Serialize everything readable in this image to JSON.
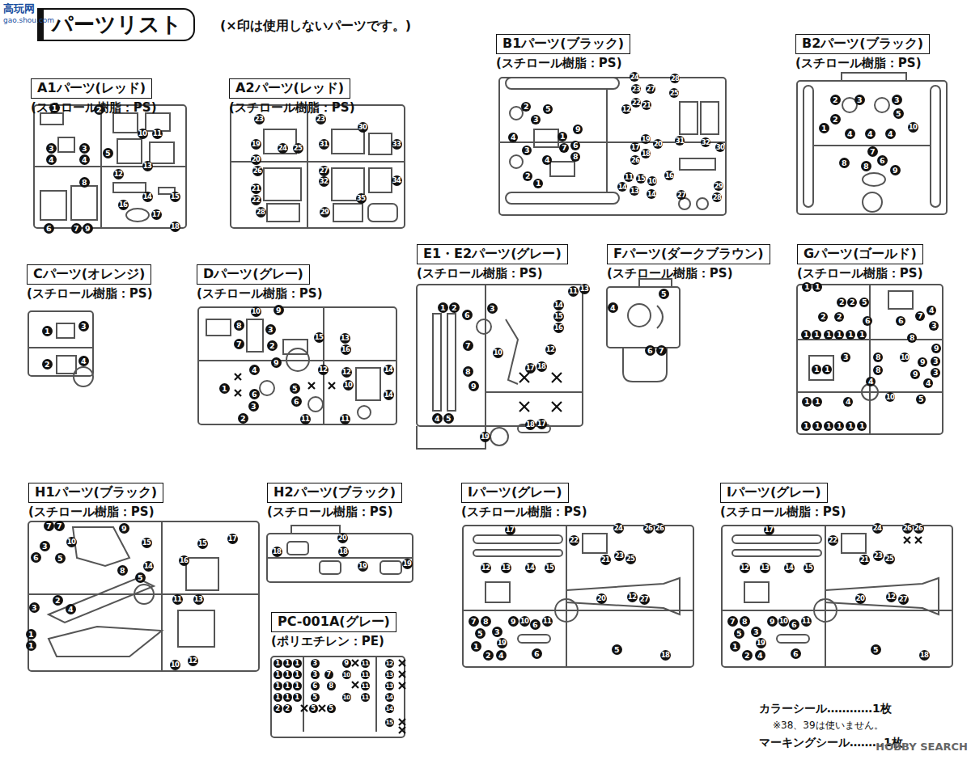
{
  "diagram": {
    "title": "パーツリスト",
    "nodes": [
      {
        "text": [
          "A1パーツ(レッド)",
          "(スチロール樹脂：PS)"
        ]
      },
      {
        "text": [
          "A2パーツ(レッド)",
          "(スチロール樹脂：PS)"
        ]
      },
      {
        "text": [
          "B1パーツ(ブラック)",
          "(スチロール樹脂：PS)"
        ]
      },
      {
        "text": [
          "B2パーツ(ブラック)",
          "(スチロール樹脂：PS)"
        ]
      },
      {
        "text": [
          "Cパーツ(オレンジ)",
          "(スチロール樹脂：PS)"
        ]
      },
      {
        "text": [
          "Dパーツ(グレー)",
          "(スチロール樹脂：PS)"
        ]
      },
      {
        "text": [
          "E1・E2パーツ(グレー)",
          "(スチロール樹脂：PS)"
        ]
      },
      {
        "text": [
          "Fパーツ(ダークブラウン)",
          "(スチロール樹脂：PS)"
        ]
      },
      {
        "text": [
          "Gパーツ(ゴールド)",
          "(スチロール樹脂：PS)"
        ]
      },
      {
        "text": [
          "H1パーツ(ブラック)",
          "(スチロール樹脂：PS)"
        ]
      },
      {
        "text": [
          "H2パーツ(ブラック)",
          "(スチロール樹脂：PS)"
        ]
      },
      {
        "text": [
          "PC-001A(グレー)",
          "(ポリエチレン：PE)"
        ]
      },
      {
        "text": [
          "Iパーツ(グレー)",
          "(スチロール樹脂：PS)"
        ]
      },
      {
        "text": [
          "Iパーツ(グレー)",
          "(スチロール樹脂：PS)"
        ]
      }
    ],
    "labels": [
      "(×印は使用しないパーツです。)",
      "カラーシール…………1枚",
      "※38、39は使いません。",
      "マーキングシール………1枚",
      "高玩网",
      "gao.shou.com",
      "HOBBY SEARCH",
      "1",
      "2",
      "3",
      "3",
      "4",
      "4",
      "5",
      "10",
      "11",
      "12",
      "13",
      "8",
      "14",
      "15",
      "16",
      "17",
      "18",
      "6",
      "7",
      "9",
      "23",
      "23",
      "30",
      "19",
      "24",
      "25",
      "31",
      "33",
      "20",
      "26",
      "27",
      "32",
      "34",
      "21",
      "22",
      "28",
      "29",
      "35",
      "24",
      "28",
      "23",
      "27",
      "25",
      "22",
      "21",
      "12",
      "2",
      "5",
      "3",
      "9",
      "4",
      "1",
      "7",
      "6",
      "3",
      "8",
      "4",
      "2",
      "1",
      "17",
      "19",
      "20",
      "31",
      "32",
      "30",
      "18",
      "26",
      "16",
      "11",
      "15",
      "10",
      "14",
      "13",
      "14",
      "27",
      "29",
      "28",
      "2",
      "3",
      "3",
      "2",
      "5",
      "10",
      "1",
      "4",
      "4",
      "4",
      "7",
      "8",
      "6",
      "9",
      "8",
      "1",
      "3",
      "2",
      "4",
      "10",
      "9",
      "8",
      "3",
      "7",
      "2",
      "15",
      "13",
      "16",
      "9",
      "12",
      "12",
      "14",
      "4",
      "1",
      "6",
      "5",
      "6",
      "10",
      "14",
      "3",
      "2",
      "11",
      "11",
      "11",
      "13",
      "1",
      "2",
      "6",
      "3",
      "14",
      "15",
      "16",
      "12",
      "7",
      "10",
      "8",
      "17",
      "18",
      "9",
      "18",
      "17",
      "4",
      "5",
      "19",
      "5",
      "4",
      "6",
      "7",
      "1",
      "1",
      "2",
      "2",
      "5",
      "2",
      "2",
      "6",
      "6",
      "7",
      "4",
      "3",
      "1",
      "1",
      "1",
      "1",
      "1",
      "1",
      "8",
      "9",
      "3",
      "8",
      "10",
      "9",
      "3",
      "1",
      "1",
      "8",
      "3",
      "4",
      "9",
      "4",
      "1",
      "1",
      "4",
      "10",
      "5",
      "1",
      "1",
      "1",
      "1",
      "1",
      "1",
      "7",
      "7",
      "10",
      "9",
      "15",
      "15",
      "17",
      "6",
      "3",
      "5",
      "8",
      "14",
      "16",
      "5",
      "3",
      "2",
      "4",
      "11",
      "13",
      "1",
      "1",
      "12",
      "10",
      "20",
      "18",
      "18",
      "19",
      "19",
      "1",
      "1",
      "1",
      "3",
      "9",
      "11",
      "12",
      "1",
      "1",
      "1",
      "3",
      "7",
      "10",
      "11",
      "13",
      "1",
      "1",
      "1",
      "6",
      "8",
      "11",
      "13",
      "1",
      "1",
      "1",
      "5",
      "10",
      "11",
      "14",
      "2",
      "2",
      "5",
      "5",
      "14",
      "15",
      "17",
      "22",
      "24",
      "26",
      "26",
      "21",
      "23",
      "25",
      "12",
      "13",
      "14",
      "15",
      "20",
      "12",
      "27",
      "7",
      "8",
      "9",
      "10",
      "6",
      "11",
      "5",
      "3",
      "19",
      "1",
      "2",
      "4",
      "6",
      "5",
      "18",
      "17",
      "22",
      "24",
      "26",
      "26",
      "21",
      "23",
      "25",
      "12",
      "13",
      "14",
      "15",
      "20",
      "12",
      "27",
      "7",
      "8",
      "9",
      "10",
      "6",
      "11",
      "5",
      "3",
      "19",
      "1",
      "2",
      "4",
      "6",
      "5",
      "18"
    ]
  }
}
